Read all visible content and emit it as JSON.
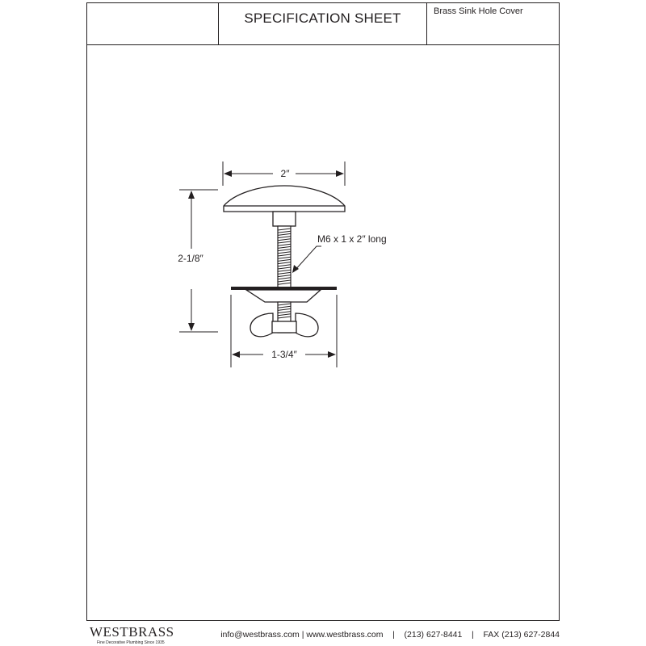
{
  "header": {
    "title": "SPECIFICATION SHEET",
    "product_name": "Brass Sink Hole Cover"
  },
  "drawing": {
    "dim_width": "2″",
    "dim_height": "2-1/8″",
    "dim_base": "1-3/4″",
    "callout_bolt": "M6 x 1 x 2″ long"
  },
  "footer": {
    "brand": "WESTBRASS",
    "tagline": "Fine Decorative Plumbing Since 1935",
    "email": "info@westbrass.com",
    "website": "www.westbrass.com",
    "phone": "(213) 627-8441",
    "fax": "FAX (213) 627-2844"
  }
}
